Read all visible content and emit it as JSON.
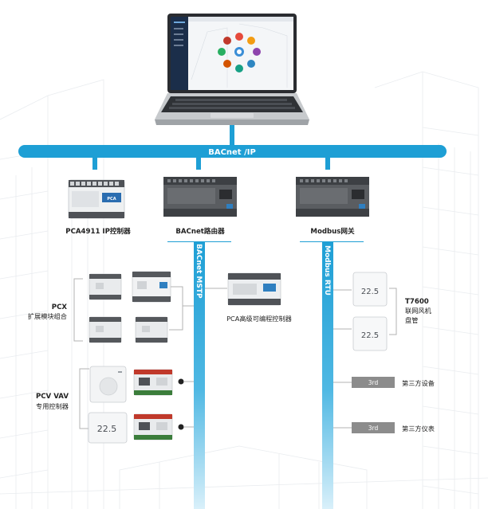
{
  "network": {
    "backbone_label": "BACnet /IP",
    "mstp_label": "BACnet MSTP",
    "rtu_label": "Modbus RTU"
  },
  "devices": {
    "pca4911": "PCA4911 IP控制器",
    "router": "BACnet路由器",
    "modbus_gw": "Modbus网关",
    "pcx": [
      "PCX",
      "扩展模块组合"
    ],
    "pca_adv": "PCA高级可编程控制器",
    "pcv": [
      "PCV VAV",
      "专用控制器"
    ],
    "t7600": [
      "T7600",
      "联网风机",
      "盘管"
    ],
    "third_device": "第三方设备",
    "third_meter": "第三方仪表",
    "third_tag": "3rd",
    "pca_tag": "PCA",
    "display_value": "22.5"
  },
  "colors": {
    "bus_blue": "#1e9fd5",
    "bus_light": "#bfe5f5",
    "frame": "#b3b3b3",
    "third_gray": "#8c8c8c"
  }
}
